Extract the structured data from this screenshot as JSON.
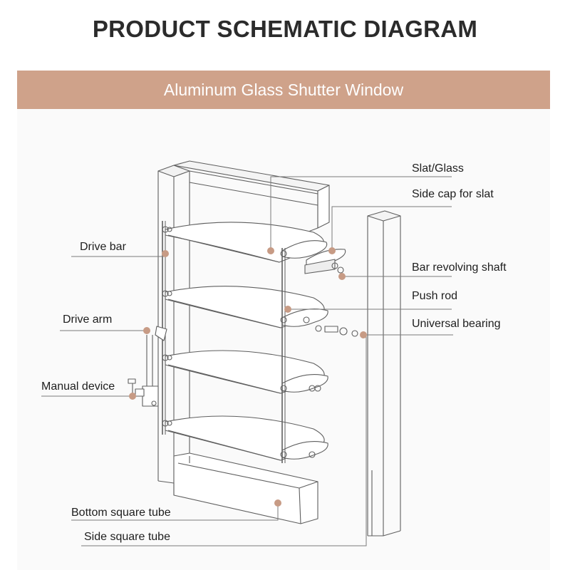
{
  "header": {
    "title": "PRODUCT SCHEMATIC DIAGRAM",
    "subtitle": "Aluminum Glass Shutter Window"
  },
  "callouts": {
    "slat_glass": "Slat/Glass",
    "side_cap": "Side cap for slat",
    "drive_bar": "Drive bar",
    "bar_shaft": "Bar revolving shaft",
    "push_rod": "Push rod",
    "drive_arm": "Drive arm",
    "universal_bearing": "Universal bearing",
    "manual_device": "Manual device",
    "bottom_tube": "Bottom square tube",
    "side_tube": "Side square tube"
  },
  "colors": {
    "banner": "#cfa28a",
    "marker_dot": "#c79b85",
    "line": "#6e6e6e"
  }
}
